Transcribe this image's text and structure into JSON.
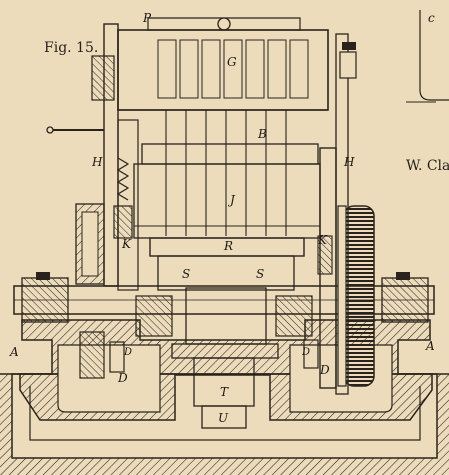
{
  "figure_label": "Fig. 15.",
  "author_text": "W. Clau",
  "part_labels": {
    "A_left": "A",
    "A_right": "A",
    "B": "B",
    "c": "c",
    "D_left": "D",
    "D_right": "D",
    "D1_left": "D",
    "D1_right": "D",
    "G": "G",
    "H_left": "H",
    "H_right": "H",
    "J": "J",
    "K_left": "K",
    "K_right": "K",
    "P": "P",
    "R": "R",
    "S_left": "S",
    "S_right": "S",
    "T": "T",
    "U": "U"
  },
  "colors": {
    "paper": "#ecdcbc",
    "ink": "#2a231b"
  }
}
